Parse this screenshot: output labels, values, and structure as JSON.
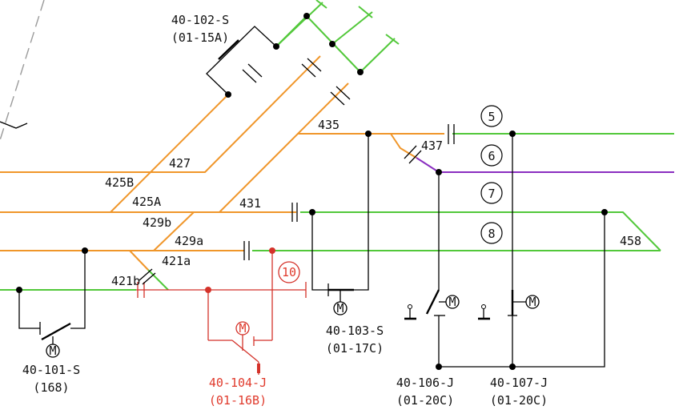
{
  "colors": {
    "orange": "#f0962a",
    "green": "#52c83a",
    "purple": "#8a2ec0",
    "red": "#e03a2c",
    "black": "#000000",
    "grey": "#9a9a9a"
  },
  "track_labels": {
    "t427": "427",
    "t425B": "425B",
    "t425A": "425A",
    "t429b": "429b",
    "t431": "431",
    "t429a": "429a",
    "t421a": "421a",
    "t421b": "421b",
    "t435": "435",
    "t437": "437",
    "t458": "458"
  },
  "track_numbers": [
    "5",
    "6",
    "7",
    "8"
  ],
  "circled_red_number": "10",
  "switches": {
    "s102": {
      "id": "40-102-S",
      "ref": "(01-15A)"
    },
    "s101": {
      "id": "40-101-S",
      "ref": "(168)"
    },
    "j104": {
      "id": "40-104-J",
      "ref": "(01-16B)"
    },
    "s103": {
      "id": "40-103-S",
      "ref": "(01-17C)"
    },
    "j106": {
      "id": "40-106-J",
      "ref": "(01-20C)"
    },
    "j107": {
      "id": "40-107-J",
      "ref": "(01-20C)"
    }
  },
  "motor_symbol": "M"
}
